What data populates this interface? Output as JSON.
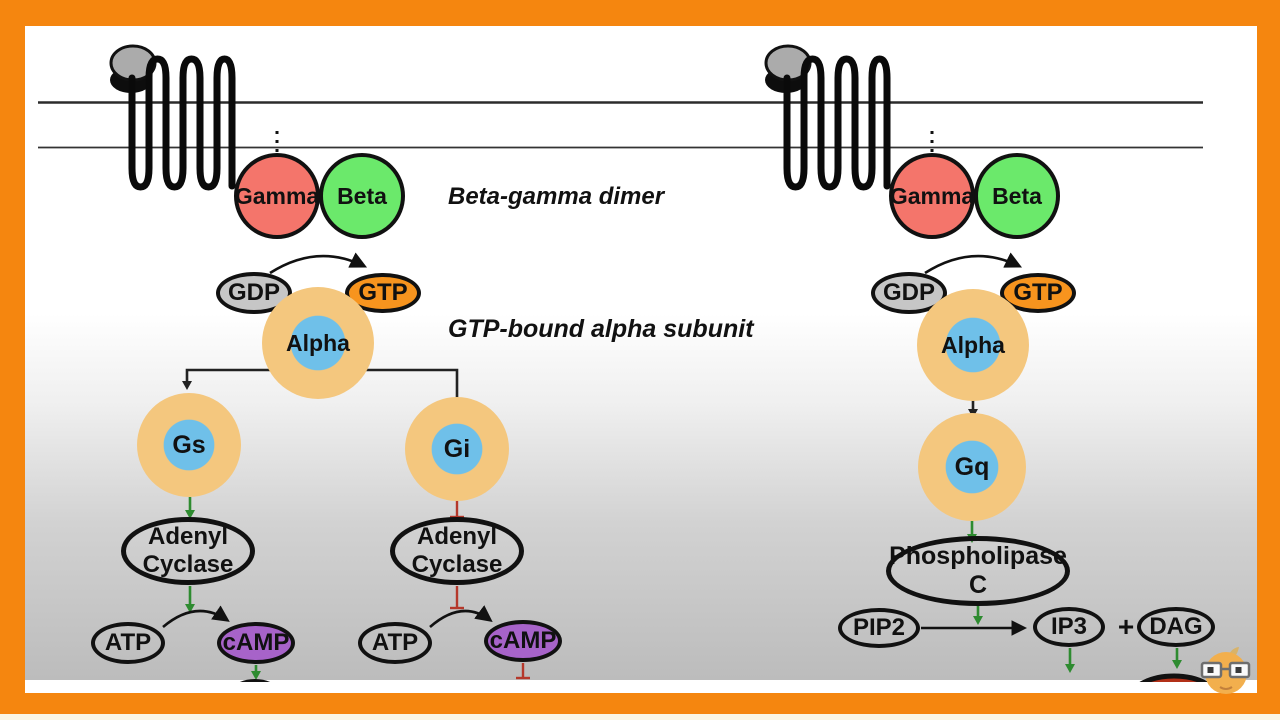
{
  "diagram": {
    "annotations": {
      "beta_gamma_dimer": "Beta-gamma dimer",
      "gtp_bound_alpha_subunit": "GTP-bound alpha subunit"
    },
    "molecules": {
      "gamma": "Gamma",
      "beta": "Beta",
      "gdp": "GDP",
      "gtp": "GTP",
      "alpha": "Alpha",
      "gs": "Gs",
      "gi": "Gi",
      "gq": "Gq",
      "adenyl_cyclase_line1": "Adenyl",
      "adenyl_cyclase_line2": "Cyclase",
      "atp": "ATP",
      "camp": "cAMP",
      "phospholipase_line1": "Phospholipase",
      "phospholipase_line2": "C",
      "pip2": "PIP2",
      "ip3": "IP3",
      "dag": "DAG",
      "plus": "+"
    },
    "icons": {
      "mascot": "apple-with-glasses",
      "ligand": "ligand-ball",
      "receptor": "seven-transmembrane-receptor"
    },
    "colors": {
      "frame_orange": "#F5860F",
      "gamma_red": "#F4756B",
      "beta_green": "#6BE96B",
      "gdp_gray": "#C6C6C6",
      "gtp_orange": "#F7941E",
      "alpha_blue": "#6FC0E9",
      "fuzzy_tan": "#F4C77E",
      "camp_purple": "#A763C9",
      "stimulate_green": "#2E8B30",
      "inhibit_red": "#B5382B",
      "dark_red_circle": "#B23018"
    }
  }
}
